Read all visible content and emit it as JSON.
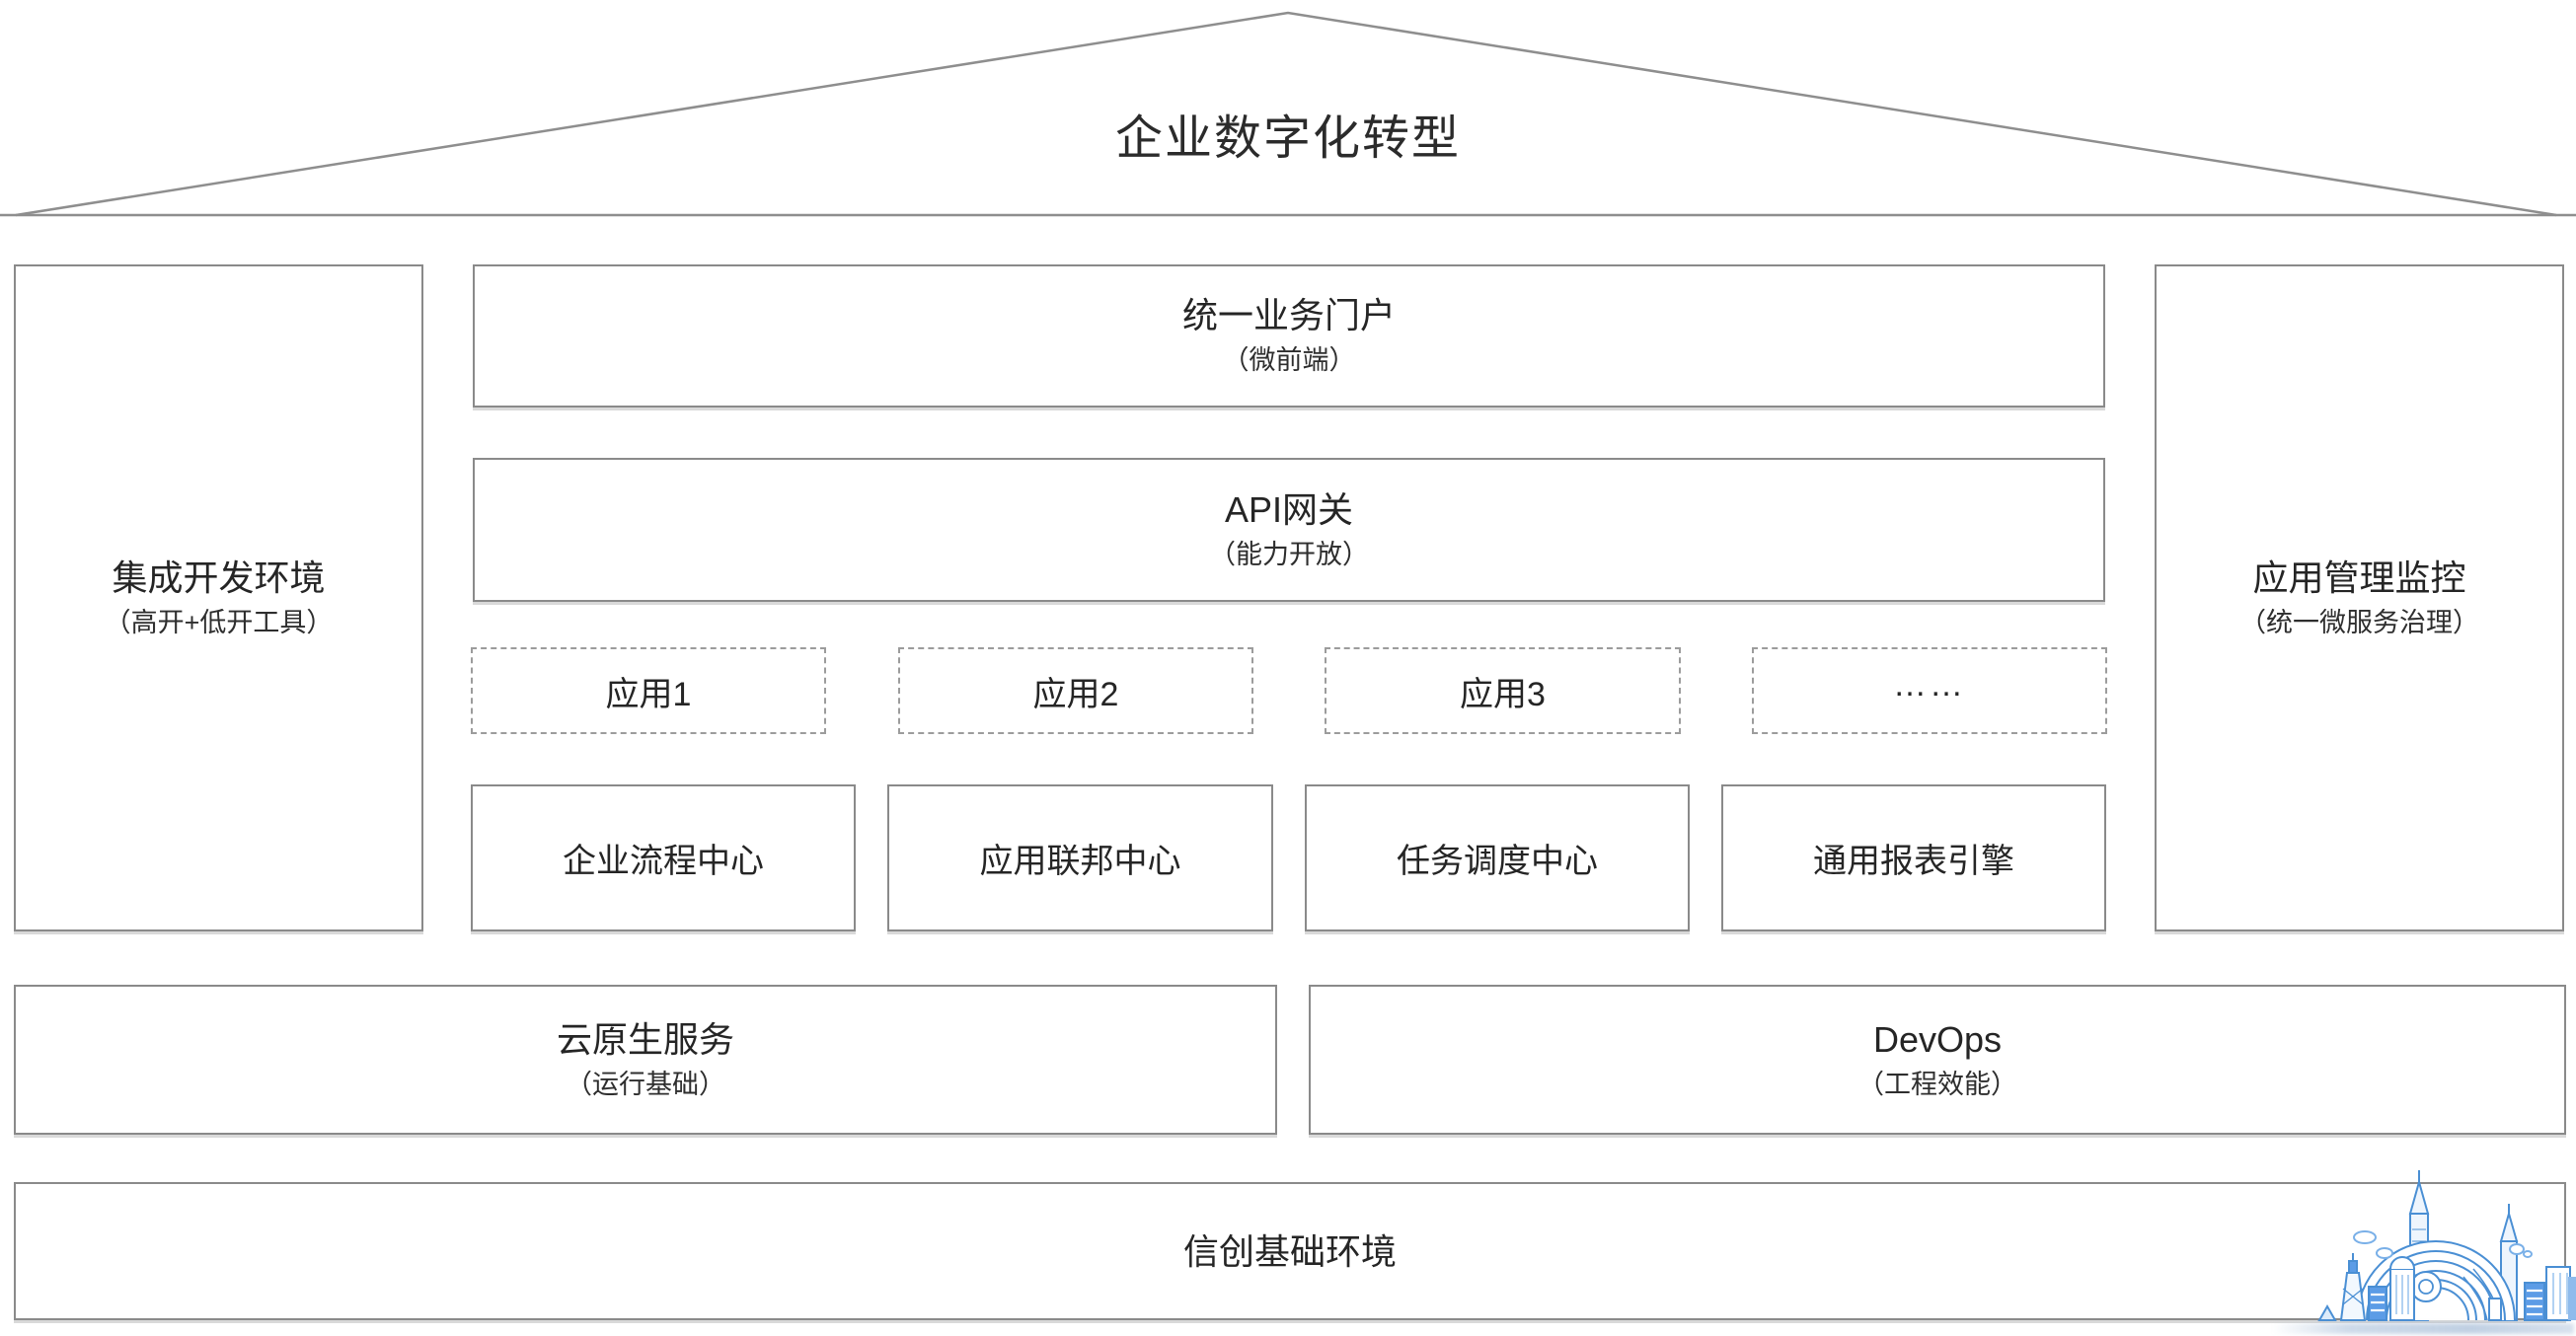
{
  "roof": {
    "title": "企业数字化转型"
  },
  "left_column": {
    "title": "集成开发环境",
    "subtitle": "（高开+低开工具）"
  },
  "right_column": {
    "title": "应用管理监控",
    "subtitle": "（统一微服务治理）"
  },
  "middle": {
    "portal": {
      "title": "统一业务门户",
      "subtitle": "（微前端）"
    },
    "gateway": {
      "title": "API网关",
      "subtitle": "（能力开放）"
    },
    "apps": [
      {
        "label": "应用1"
      },
      {
        "label": "应用2"
      },
      {
        "label": "应用3"
      },
      {
        "label": "……"
      }
    ],
    "centers": [
      {
        "label": "企业流程中心"
      },
      {
        "label": "应用联邦中心"
      },
      {
        "label": "任务调度中心"
      },
      {
        "label": "通用报表引擎"
      }
    ]
  },
  "platform_row": [
    {
      "title": "云原生服务",
      "subtitle": "（运行基础）"
    },
    {
      "title": "DevOps",
      "subtitle": "（工程效能）"
    }
  ],
  "base_row": {
    "title": "信创基础环境"
  },
  "logo": {
    "name": "blue-city-skyline-watermark"
  },
  "colors": {
    "border_gray": "#8a8a8a",
    "dashed_gray": "#9c9c9c",
    "text": "#262626",
    "logo_blue": "#4a8fd4",
    "logo_blue_fill": "#5c9ce6"
  }
}
